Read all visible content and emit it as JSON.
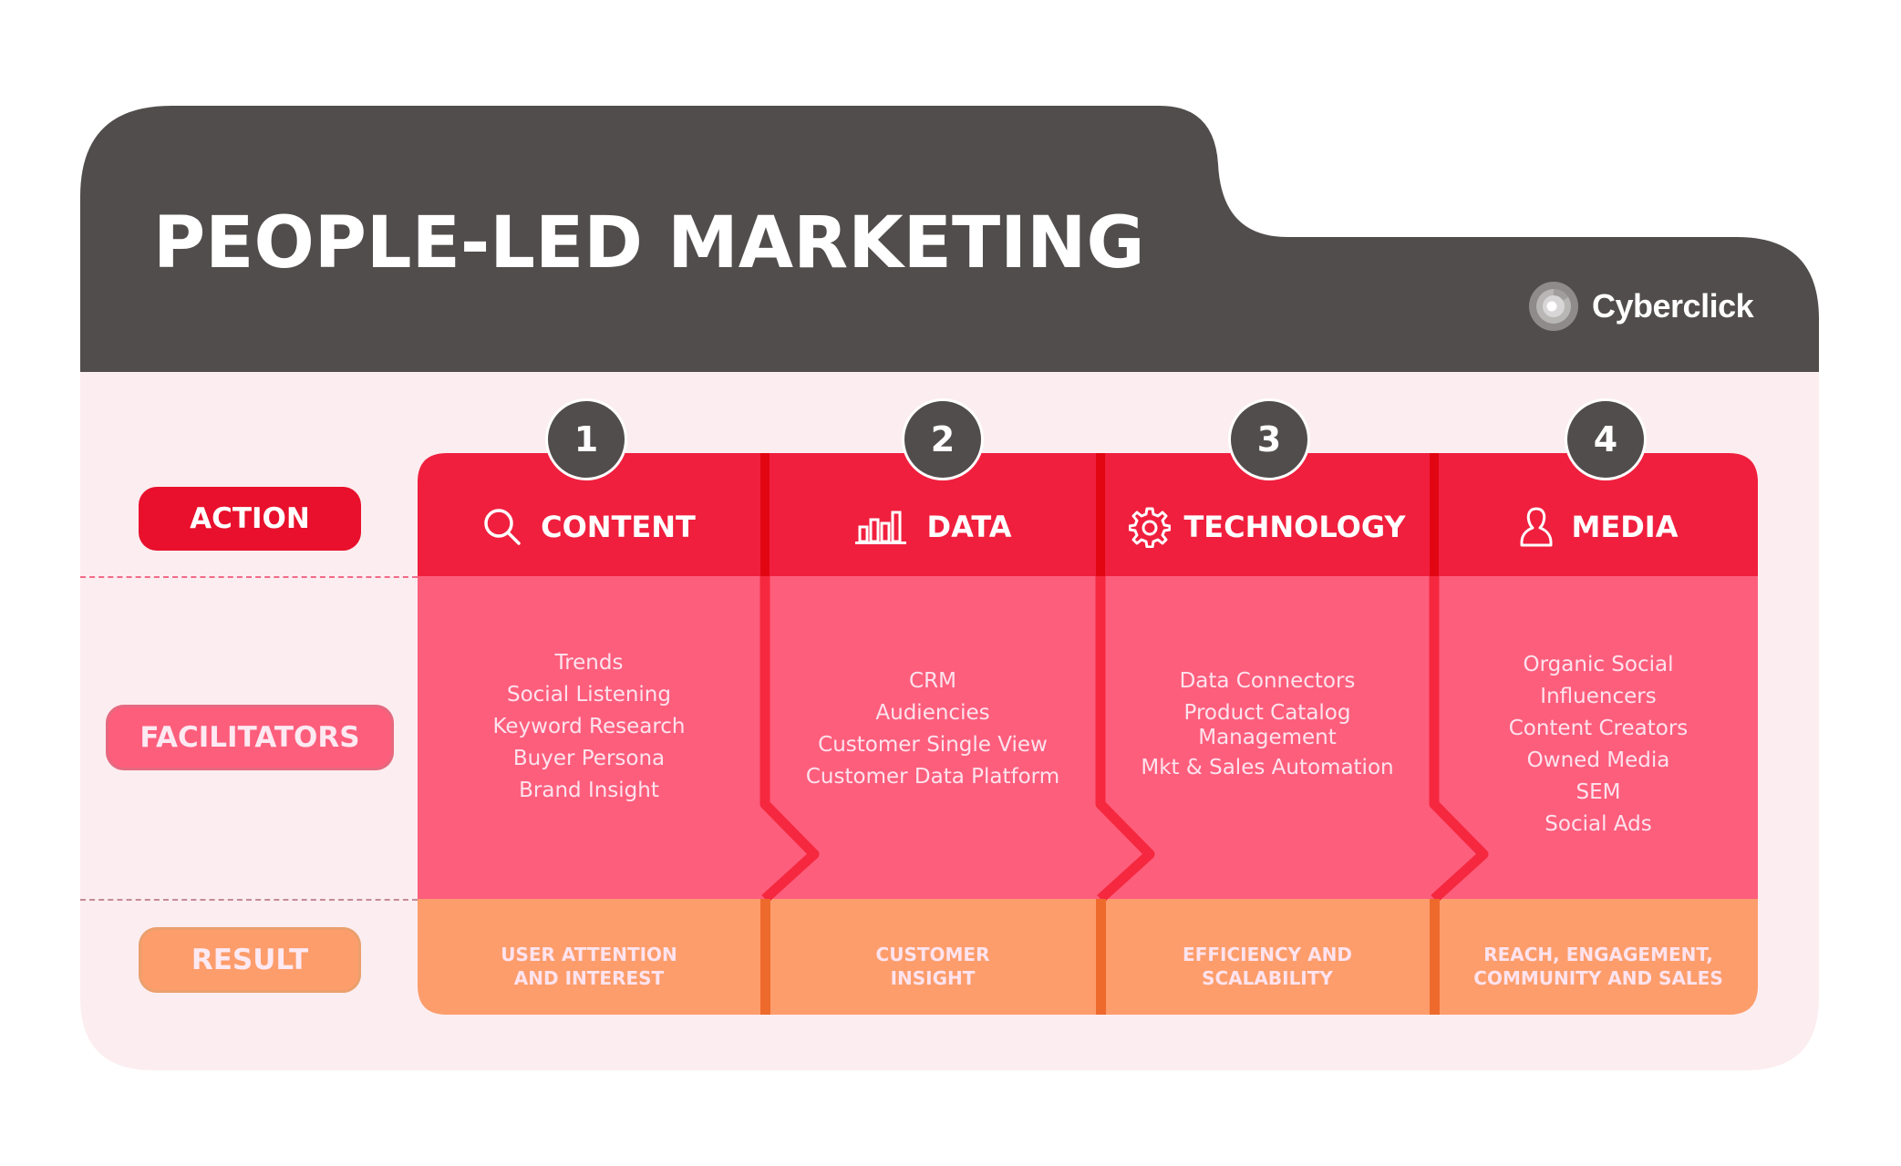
{
  "title": "PEOPLE-LED MARKETING",
  "brand": {
    "name": "Cyberclick",
    "icon": "cyberclick-logo-icon"
  },
  "row_labels": {
    "action": "ACTION",
    "facilitators": "FACILITATORS",
    "result": "RESULT"
  },
  "colors": {
    "header_dark": "#524d4d",
    "background_pink": "#fcedf0",
    "action_red": "#f01f3e",
    "divider_red": "#e20613",
    "facilitator_pink": "#fd5e7c",
    "result_orange": "#fd9d6c",
    "result_divider": "#ee6a2c"
  },
  "columns": [
    {
      "number": "1",
      "heading": "CONTENT",
      "icon": "search-icon",
      "facilitators": [
        "Trends",
        "Social Listening",
        "Keyword Research",
        "Buyer Persona",
        "Brand Insight"
      ],
      "result": [
        "USER ATTENTION",
        "AND INTEREST"
      ]
    },
    {
      "number": "2",
      "heading": "DATA",
      "icon": "bar-chart-icon",
      "facilitators": [
        "CRM",
        "Audiencies",
        "Customer Single View",
        "Customer Data Platform"
      ],
      "result": [
        "CUSTOMER",
        "INSIGHT"
      ]
    },
    {
      "number": "3",
      "heading": "TECHNOLOGY",
      "icon": "gear-icon",
      "facilitators": [
        "Data Connectors",
        "Product Catalog",
        "Management",
        "Mkt & Sales Automation"
      ],
      "result": [
        "EFFICIENCY AND",
        "SCALABILITY"
      ]
    },
    {
      "number": "4",
      "heading": "MEDIA",
      "icon": "user-icon",
      "facilitators": [
        "Organic Social",
        "Influencers",
        "Content Creators",
        "Owned Media",
        "SEM",
        "Social Ads"
      ],
      "result": [
        "REACH, ENGAGEMENT,",
        "COMMUNITY AND SALES"
      ]
    }
  ]
}
